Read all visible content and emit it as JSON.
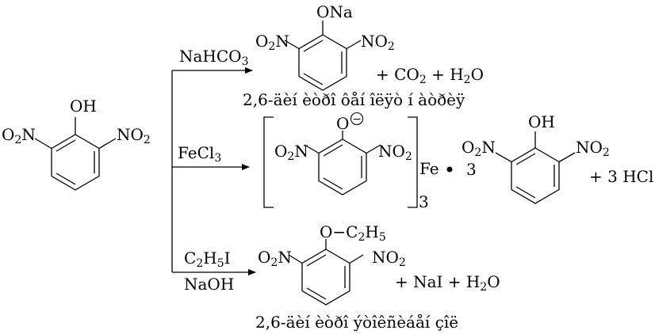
{
  "reactant": {
    "oh": "OH",
    "no2_left": "O2N",
    "no2_right": "NO2"
  },
  "top_reaction": {
    "reagent": "NaHCO3",
    "product_ona": "ONa",
    "product_no2_left": "O2N",
    "product_no2_right": "NO2",
    "byproducts": "+ CO2 + H2O",
    "product_name": "2,6-äèí èòðî ôåí îëÿò í àòðèÿ"
  },
  "middle_reaction": {
    "reagent": "FeCl3",
    "complex_oxygen": "O",
    "charge": "−",
    "complex_no2_left": "O2N",
    "complex_no2_right": "NO2",
    "iron": "Fe",
    "bullet": "•",
    "coeff": "3",
    "subscript_3": "3",
    "phenol_oh": "OH",
    "phenol_no2_left": "O2N",
    "phenol_no2_right": "NO2",
    "byproduct": "+ 3 HCl"
  },
  "bottom_reaction": {
    "reagent_top": "C2H5I",
    "reagent_bottom": "NaOH",
    "product_oet": "O−C2H5",
    "product_no2_left": "O2N",
    "product_no2_right": "NO2",
    "byproducts": "+ NaI + H2O",
    "product_name": "2,6-äèí èòðî ýòîêñèáåí çîë"
  }
}
